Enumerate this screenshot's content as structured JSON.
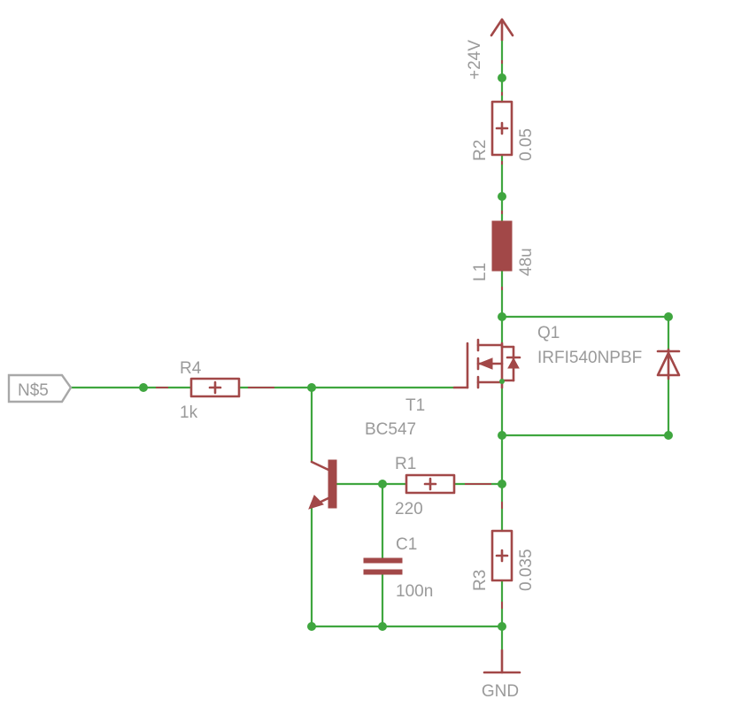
{
  "power": {
    "supply_label": "+24V",
    "ground_label": "GND"
  },
  "net_label": "N$5",
  "components": {
    "R2": {
      "name": "R2",
      "value": "0.05"
    },
    "L1": {
      "name": "L1",
      "value": "48u"
    },
    "Q1": {
      "name": "Q1",
      "value": "IRFI540NPBF"
    },
    "R4": {
      "name": "R4",
      "value": "1k"
    },
    "T1": {
      "name": "T1",
      "value": "BC547"
    },
    "R1": {
      "name": "R1",
      "value": "220"
    },
    "C1": {
      "name": "C1",
      "value": "100n"
    },
    "R3": {
      "name": "R3",
      "value": "0.035"
    }
  },
  "colors": {
    "wire": "#3fa63f",
    "symbol": "#a24848",
    "text": "#9a9a9a",
    "background": "#ffffff"
  }
}
